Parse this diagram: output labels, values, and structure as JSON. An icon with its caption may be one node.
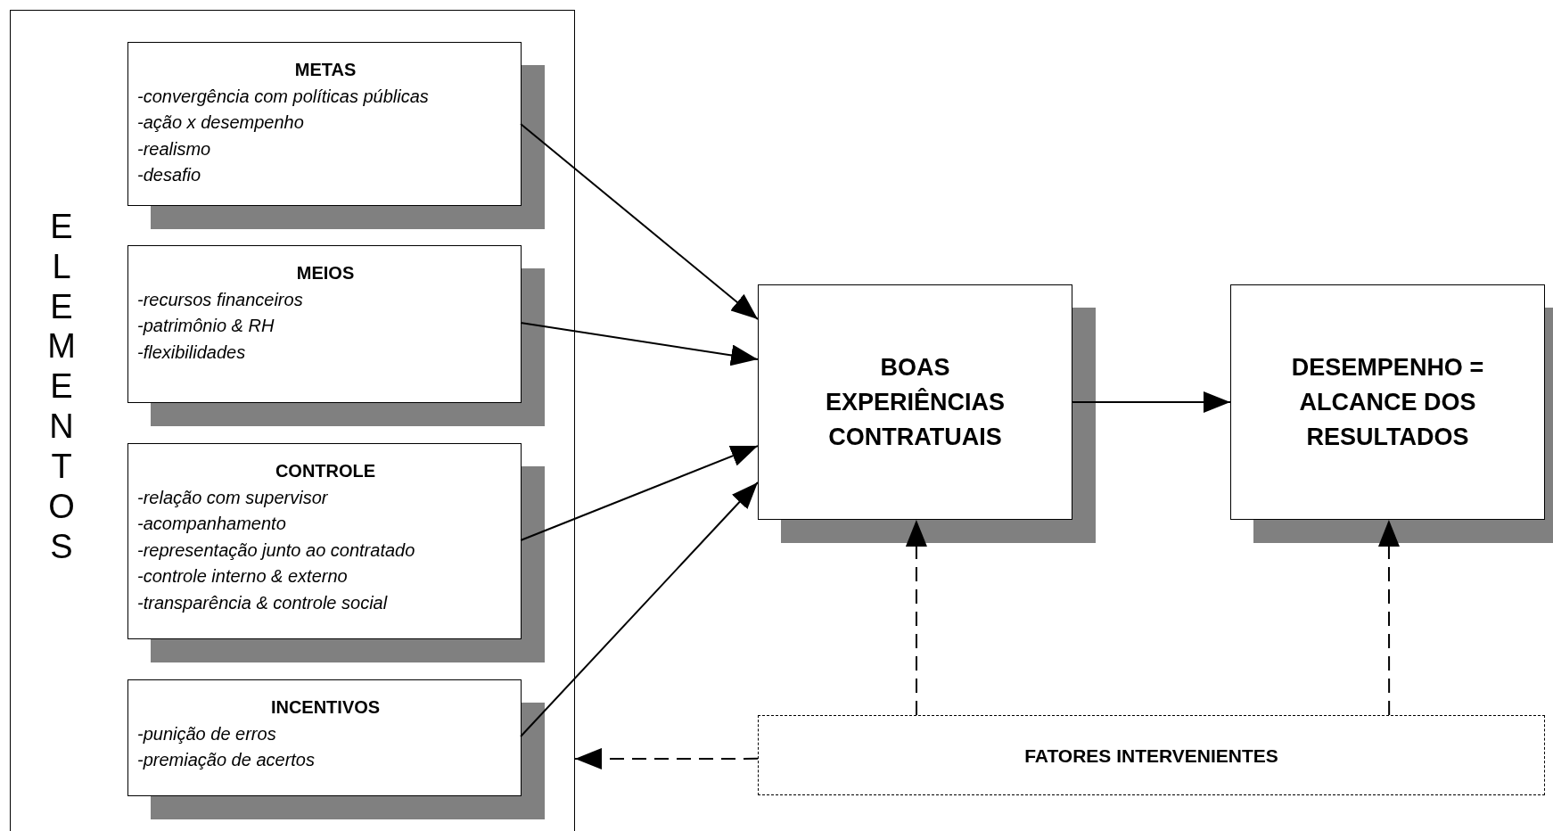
{
  "diagram": {
    "nodes": [
      {
        "text": [
          "ELEMENTOS"
        ]
      },
      {
        "text": [
          "METAS",
          "-convergência com políticas públicas",
          "-ação x desempenho",
          "-realismo",
          "-desafio"
        ],
        "in": 0
      },
      {
        "text": [
          "MEIOS",
          "-recursos financeiros",
          "-patrimônio & RH",
          "-flexibilidades"
        ],
        "in": 0
      },
      {
        "text": [
          "CONTROLE",
          "-relação com supervisor",
          "-acompanhamento",
          "-representação junto ao contratado",
          "-controle interno & externo",
          "-transparência & controle social"
        ],
        "in": 0
      },
      {
        "text": [
          "INCENTIVOS",
          "-punição de erros",
          "-premiação de acertos"
        ],
        "in": 0
      },
      {
        "text": [
          "BOAS EXPERIÊNCIAS CONTRATUAIS"
        ]
      },
      {
        "text": [
          "DESEMPENHO = ALCANCE DOS RESULTADOS"
        ]
      },
      {
        "text": [
          "FATORES INTERVENIENTES"
        ]
      }
    ],
    "edges": [
      {
        "from": 1,
        "to": 5,
        "arrow": "to"
      },
      {
        "from": 2,
        "to": 5,
        "arrow": "to"
      },
      {
        "from": 3,
        "to": 5,
        "arrow": "to"
      },
      {
        "from": 4,
        "to": 5,
        "arrow": "to"
      },
      {
        "from": 5,
        "to": 6,
        "arrow": "to"
      },
      {
        "from": 7,
        "to": 5,
        "arrow": "to",
        "style": "dashed"
      },
      {
        "from": 7,
        "to": 6,
        "arrow": "to",
        "style": "dashed"
      },
      {
        "from": 7,
        "to": 0,
        "arrow": "to",
        "style": "dashed"
      }
    ]
  }
}
